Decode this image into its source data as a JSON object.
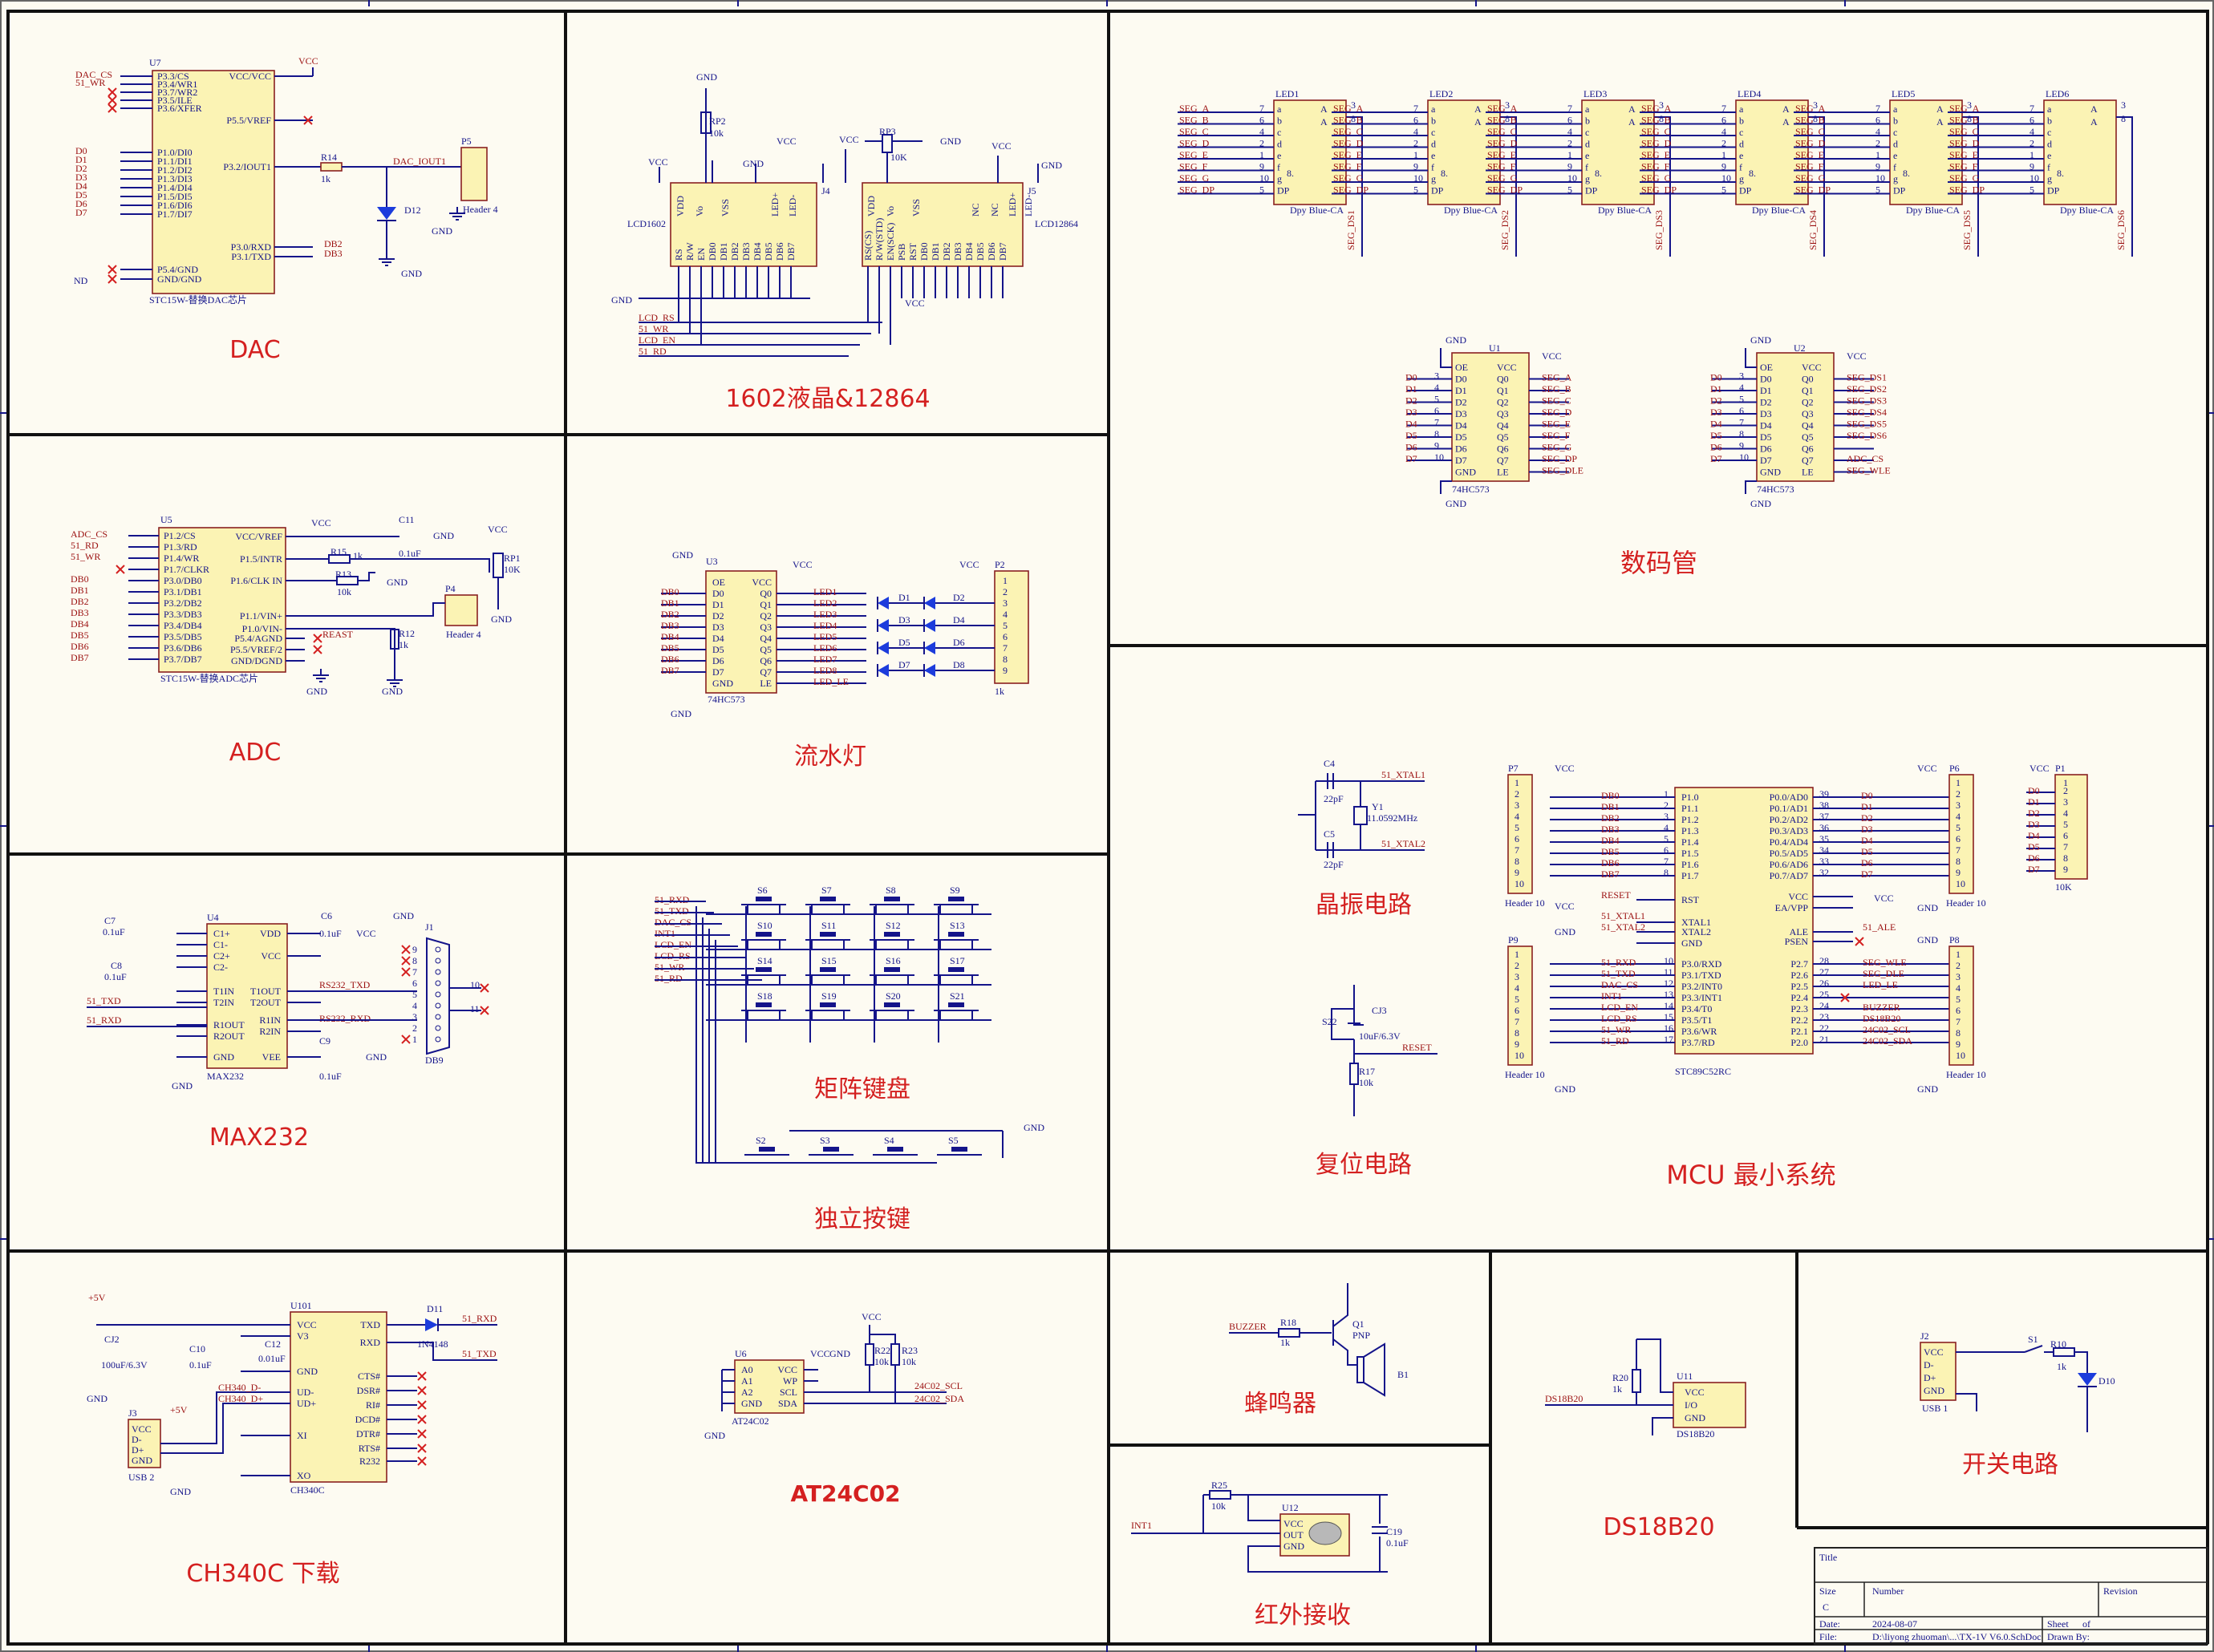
{
  "sections": [
    {
      "id": "dac",
      "title": "DAC"
    },
    {
      "id": "lcd",
      "title": "1602液晶&12864"
    },
    {
      "id": "seg",
      "title": "数码管"
    },
    {
      "id": "adc",
      "title": "ADC"
    },
    {
      "id": "led",
      "title": "流水灯"
    },
    {
      "id": "xtal",
      "title": "晶振电路"
    },
    {
      "id": "mcu",
      "title": "MCU 最小系统"
    },
    {
      "id": "max232",
      "title": "MAX232"
    },
    {
      "id": "matrix",
      "title": "矩阵键盘"
    },
    {
      "id": "keys",
      "title": "独立按键"
    },
    {
      "id": "reset",
      "title": "复位电路"
    },
    {
      "id": "ch340",
      "title": "CH340C 下载"
    },
    {
      "id": "eeprom",
      "title": "AT24C02"
    },
    {
      "id": "buzzer",
      "title": "蜂鸣器"
    },
    {
      "id": "ds18b20",
      "title": "DS18B20"
    },
    {
      "id": "switch",
      "title": "开关电路"
    },
    {
      "id": "ir",
      "title": "红外接收"
    }
  ],
  "dac": {
    "chip": "U7",
    "subtitle": "STC15W-替换DAC芯片",
    "left_pins": [
      "P3.3/CS",
      "P3.4/WR1",
      "P3.7/WR2",
      "P3.5/ILE",
      "P3.6/XFER",
      "",
      "P1.0/DI0",
      "P1.1/DI1",
      "P1.2/DI2",
      "P1.3/DI3",
      "P1.4/DI4",
      "P1.5/DI5",
      "P1.6/DI6",
      "P1.7/DI7",
      "",
      "P5.4/GND",
      "GND/GND"
    ],
    "left_nets": [
      "DAC_CS",
      "51_WR",
      "",
      "",
      "",
      "",
      "D0",
      "D1",
      "D2",
      "D3",
      "D4",
      "D5",
      "D6",
      "D7",
      "",
      "",
      ""
    ],
    "right_pins": [
      "VCC/VCC",
      "P5.5/VREF",
      "P3.2/IOUT1",
      "P3.0/RXD",
      "P3.1/TXD"
    ],
    "right_nets": [
      "VCC",
      "",
      "DAC_IOUT1",
      "DB2",
      "DB3"
    ],
    "r": "R14",
    "rv": "1k",
    "d": "D12",
    "p": "P5",
    "ptype": "Header 4",
    "gnd": "GND",
    "nd": "ND"
  },
  "lcd": {
    "lcd1602": "LCD1602",
    "lcd12864": "LCD12864",
    "j4": "J4",
    "j5": "J5",
    "rp2": "RP2",
    "rp3": "RP3",
    "rp2v": "10k",
    "rp3v": "10K",
    "p1602": [
      "VDD",
      "Vo",
      "VSS",
      "LED+",
      "LED-"
    ],
    "p1602b": [
      "RS",
      "R/W",
      "EN",
      "DB0",
      "DB1",
      "DB2",
      "DB3",
      "DB4",
      "DB5",
      "DB6",
      "DB7"
    ],
    "p12864": [
      "VDD",
      "Vo",
      "VSS",
      "NC",
      "NC",
      "LED+",
      "LED-"
    ],
    "p12864b": [
      "RS(CS)",
      "R/W(STD)",
      "EN(SCK)",
      "PSB",
      "RST",
      "DB0",
      "DB1",
      "DB2",
      "DB3",
      "DB4",
      "DB5",
      "DB6",
      "DB7"
    ],
    "nets": [
      "LCD_RS",
      "51_WR",
      "LCD_EN",
      "51_RD"
    ],
    "vcc": "VCC",
    "gnd": "GND"
  },
  "seg": {
    "leds": [
      "LED1",
      "LED2",
      "LED3",
      "LED4",
      "LED5",
      "LED6"
    ],
    "segnets": [
      "SEG_A",
      "SEG_B",
      "SEG_C",
      "SEG_D",
      "SEG_E",
      "SEG_F",
      "SEG_G",
      "SEG_DP"
    ],
    "segpins": [
      "7",
      "6",
      "4",
      "2",
      "1",
      "9",
      "10",
      "5"
    ],
    "seglet": [
      "a",
      "b",
      "c",
      "d",
      "e",
      "f",
      "g",
      "DP"
    ],
    "ds": [
      "SEG_DS1",
      "SEG_DS2",
      "SEG_DS3",
      "SEG_DS4",
      "SEG_DS5",
      "SEG_DS6"
    ],
    "type": "Dpy Blue-CA",
    "glyph": "8.",
    "aa": "A",
    "u1": "U1",
    "u2": "U2",
    "ic": "74HC573",
    "u1out": [
      "SEG_A",
      "SEG_B",
      "SEG_C",
      "SEG_D",
      "SEG_E",
      "SEG_F",
      "SEG_G",
      "SEG_DP",
      "SEG_DLE"
    ],
    "u2out": [
      "SEG_DS1",
      "SEG_DS2",
      "SEG_DS3",
      "SEG_DS4",
      "SEG_DS5",
      "SEG_DS6",
      "",
      "ADC_CS",
      "SEG_WLE"
    ],
    "inD": [
      "D0",
      "D1",
      "D2",
      "D3",
      "D4",
      "D5",
      "D6",
      "D7"
    ],
    "lpins": [
      "OE",
      "D0",
      "D1",
      "D2",
      "D3",
      "D4",
      "D5",
      "D6",
      "D7",
      "GND"
    ],
    "rpins": [
      "VCC",
      "Q0",
      "Q1",
      "Q2",
      "Q3",
      "Q4",
      "Q5",
      "Q6",
      "Q7",
      "LE"
    ]
  },
  "adc": {
    "chip": "U5",
    "subtitle": "STC15W-替换ADC芯片",
    "left_pins": [
      "P1.2/CS",
      "P1.3/RD",
      "P1.4/WR",
      "P1.7/CLKR",
      "P3.0/DB0",
      "P3.1/DB1",
      "P3.2/DB2",
      "P3.3/DB3",
      "P3.4/DB4",
      "P3.5/DB5",
      "P3.6/DB6",
      "P3.7/DB7"
    ],
    "left_nets": [
      "ADC_CS",
      "51_RD",
      "51_WR",
      "",
      "DB0",
      "DB1",
      "DB2",
      "DB3",
      "DB4",
      "DB5",
      "DB6",
      "DB7"
    ],
    "right_pins": [
      "VCC/VREF",
      "P1.5/INTR",
      "P1.6/CLK IN",
      "P1.1/VIN+",
      "P1.0/VIN-",
      "P5.4/AGND",
      "P5.5/VREF/2",
      "GND/DGND"
    ],
    "r15": "R15",
    "r13": "R13",
    "r12": "R12",
    "c11": "C11",
    "rp1": "RP1",
    "p4": "P4",
    "ptype": "Header 4",
    "reast": "REAST",
    "v1k": "1k",
    "v10k": "10k",
    "c": "0.1uF",
    "v10K": "10K"
  },
  "led": {
    "u3": "U3",
    "ic": "74HC573",
    "p2": "P2",
    "pv": "1k",
    "in": [
      "DB0",
      "DB1",
      "DB2",
      "DB3",
      "DB4",
      "DB5",
      "DB6",
      "DB7"
    ],
    "out": [
      "LED1",
      "LED2",
      "LED3",
      "LED4",
      "LED5",
      "LED6",
      "LED7",
      "LED8",
      "LED_LE"
    ],
    "d": [
      "D1",
      "D2",
      "D3",
      "D4",
      "D5",
      "D6",
      "D7",
      "D8"
    ]
  },
  "xtal": {
    "c4": "C4",
    "c5": "C5",
    "cv": "22pF",
    "y1": "Y1",
    "yv": "11.0592MHz",
    "n1": "51_XTAL1",
    "n2": "51_XTAL2"
  },
  "mcu": {
    "chip": "STC89C52RC",
    "p1": [
      "P1.0",
      "P1.1",
      "P1.2",
      "P1.3",
      "P1.4",
      "P1.5",
      "P1.6",
      "P1.7"
    ],
    "db": [
      "DB0",
      "DB1",
      "DB2",
      "DB3",
      "DB4",
      "DB5",
      "DB6",
      "DB7"
    ],
    "p0": [
      "P0.0/AD0",
      "P0.1/AD1",
      "P0.2/AD2",
      "P0.3/AD3",
      "P0.4/AD4",
      "P0.5/AD5",
      "P0.6/AD6",
      "P0.7/AD7"
    ],
    "d": [
      "D0",
      "D1",
      "D2",
      "D3",
      "D4",
      "D5",
      "D6",
      "D7"
    ],
    "p3": [
      "P3.0/RXD",
      "P3.1/TXD",
      "P3.2/INT0",
      "P3.3/INT1",
      "P3.4/T0",
      "P3.5/T1",
      "P3.6/WR",
      "P3.7/RD"
    ],
    "p3n": [
      "51_RXD",
      "51_TXD",
      "DAC_CS",
      "INT1",
      "LCD_EN",
      "LCD_RS",
      "51_WR",
      "51_RD"
    ],
    "p2": [
      "P2.7",
      "P2.6",
      "P2.5",
      "P2.4",
      "P2.3",
      "P2.2",
      "P2.1",
      "P2.0"
    ],
    "p2n": [
      "SEG_WLE",
      "SEG_DLE",
      "LED_LE",
      "",
      "BUZZER",
      "DS18B20",
      "24C02_SCL",
      "24C02_SDA"
    ],
    "headers": [
      "P7",
      "P6",
      "P9",
      "P8",
      "P1"
    ],
    "htype": "Header 10",
    "p1v": "10K",
    "other": [
      "RST",
      "XTAL1",
      "XTAL2",
      "GND",
      "VCC",
      "EA/VPP",
      "ALE",
      "PSEN"
    ],
    "reset": "RESET",
    "ale": "51_ALE"
  },
  "max232": {
    "chip": "U4",
    "ic": "MAX232",
    "db9": "DB9",
    "j1": "J1",
    "l": [
      "C1+",
      "C1-",
      "C2+",
      "C2-",
      "T1IN",
      "T2IN",
      "R1OUT",
      "R2OUT",
      "GND"
    ],
    "r": [
      "VDD",
      "VCC",
      "T1OUT",
      "T2OUT",
      "R1IN",
      "R2IN",
      "VEE"
    ],
    "nets": [
      "51_TXD",
      "51_RXD",
      "RS232_TXD",
      "RS232_RXD"
    ],
    "caps": [
      "C7",
      "C8",
      "C6",
      "C9"
    ],
    "cv": "0.1uF"
  },
  "matrix": {
    "keys": [
      "S6",
      "S7",
      "S8",
      "S9",
      "S10",
      "S11",
      "S12",
      "S13",
      "S14",
      "S15",
      "S16",
      "S17",
      "S18",
      "S19",
      "S20",
      "S21"
    ],
    "nets": [
      "51_RXD",
      "51_TXD",
      "DAC_CS",
      "INT1",
      "LCD_EN",
      "LCD_RS",
      "51_WR",
      "51_RD"
    ]
  },
  "keys": {
    "keys": [
      "S2",
      "S3",
      "S4",
      "S5"
    ]
  },
  "reset": {
    "s": "S22",
    "c": "CJ3",
    "cv": "10uF/6.3V",
    "r": "R17",
    "rv": "10k",
    "net": "RESET"
  },
  "ch340": {
    "chip": "U101",
    "ic": "CH340C",
    "l": [
      "VCC",
      "V3",
      "GND",
      "UD-",
      "UD+",
      "XI",
      "XO"
    ],
    "r": [
      "TXD",
      "RXD",
      "CTS#",
      "DSR#",
      "RI#",
      "DCD#",
      "DTR#",
      "RTS#",
      "R232"
    ],
    "nets": [
      "CH340_D-",
      "CH340_D+",
      "51_RXD",
      "51_TXD"
    ],
    "d": "D11",
    "dv": "1N4148",
    "caps": [
      "CJ2",
      "C10",
      "C12"
    ],
    "cv": [
      "100uF/6.3V",
      "0.1uF",
      "0.01uF"
    ],
    "j3": "J3",
    "usb": "USB 2",
    "p5v": "+5V",
    "usbp": [
      "VCC",
      "D-",
      "D+",
      "GND"
    ]
  },
  "eeprom": {
    "chip": "U6",
    "ic": "AT24C02",
    "l": [
      "A0",
      "A1",
      "A2",
      "GND"
    ],
    "r": [
      "VCC",
      "WP",
      "SCL",
      "SDA"
    ],
    "r22": "R22",
    "r23": "R23",
    "rv": "10k",
    "nets": [
      "24C02_SCL",
      "24C02_SDA"
    ]
  },
  "buzzer": {
    "net": "BUZZER",
    "r": "R18",
    "rv": "1k",
    "q": "Q1",
    "qt": "PNP",
    "b": "B1"
  },
  "ds18b20": {
    "chip": "U11",
    "ic": "DS18B20",
    "net": "DS18B20",
    "r": "R20",
    "rv": "1k",
    "pins": [
      "VCC",
      "I/O",
      "GND"
    ]
  },
  "switch": {
    "j2": "J2",
    "usb": "USB 1",
    "s": "S1",
    "r": "R10",
    "rv": "1k",
    "d": "D10",
    "p": [
      "VCC",
      "D-",
      "D+",
      "GND"
    ]
  },
  "ir": {
    "net": "INT1",
    "r": "R25",
    "rv": "10k",
    "u": "U12",
    "c": "C19",
    "cv": "0.1uF",
    "p": [
      "VCC",
      "OUT",
      "GND"
    ]
  },
  "titleblock": {
    "title": "Title",
    "size": "Size",
    "sizev": "C",
    "number": "Number",
    "revision": "Revision",
    "date": "Date:",
    "datev": "2024-08-07",
    "sheet": "Sheet",
    "of": "of",
    "file": "File:",
    "filev": "D:\\liyong zhuoman\\...\\TX-1V V6.0.SchDoc",
    "drawn": "Drawn By:"
  },
  "colors": {
    "wire": "#14148a",
    "net": "#9b1010",
    "title": "#d42020",
    "body": "#fbf3b4",
    "border": "#111111"
  }
}
